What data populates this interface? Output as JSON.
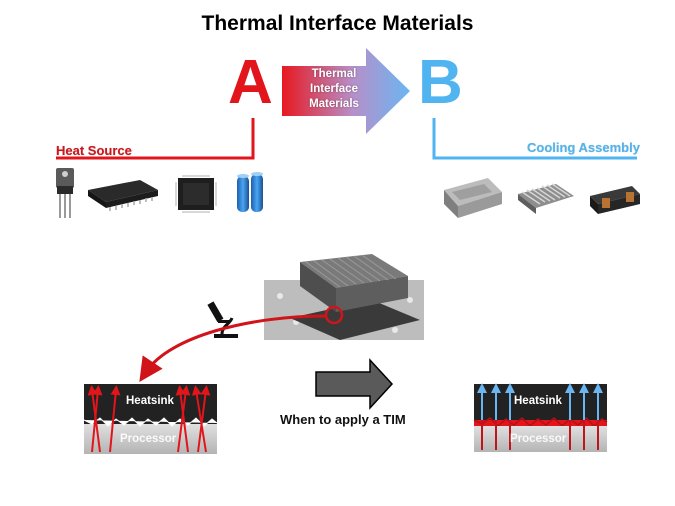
{
  "title": "Thermal Interface Materials",
  "letter_a": "A",
  "letter_b": "B",
  "center_arrow": {
    "line1": "Thermal",
    "line2": "Interface",
    "line3": "Materials"
  },
  "heat_source_label": "Heat Source",
  "cooling_assembly_label": "Cooling Assembly",
  "left_detail": {
    "top_label": "Heatsink",
    "bottom_label": "Processor"
  },
  "right_detail": {
    "top_label": "Heatsink",
    "bottom_label": "Processor"
  },
  "when_label": "When to apply a TIM",
  "colors": {
    "heat_red": "#e2151b",
    "cool_blue": "#4fb4f0",
    "heatsink_dark": "#222222",
    "processor_gray": "#c8c8c8"
  }
}
